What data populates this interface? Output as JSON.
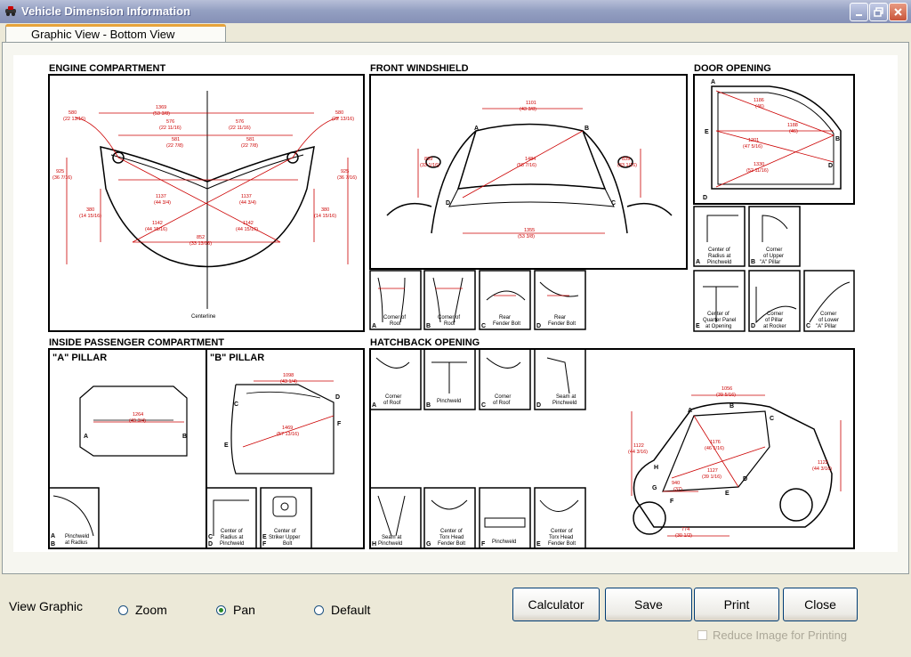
{
  "window": {
    "title": "Vehicle Dimension Information",
    "tab_label": "Graphic View - Bottom View"
  },
  "diagram": {
    "engine": {
      "title": "ENGINE COMPARTMENT",
      "centerline": "Centerline",
      "dims": [
        "1369",
        "(53 3/8)",
        "580",
        "(22 13/16)",
        "576",
        "(22 11/16)",
        "581",
        "(22 7/8)",
        "925",
        "(36 7/16)",
        "1137",
        "(44 3/4)",
        "380",
        "(14 15/16)",
        "1142",
        "(44 15/16)",
        "852",
        "(33 13/16)"
      ]
    },
    "windshield": {
      "title": "FRONT WINDSHIELD",
      "dims": [
        "1101",
        "(43 3/8)",
        "1484",
        "(58 7/16)",
        "839",
        "(33 1/16)",
        "1355",
        "(53 3/8)"
      ],
      "details": [
        {
          "l1": "Corner of",
          "l2": "Roof",
          "letter": "A"
        },
        {
          "l1": "Corner of",
          "l2": "Roof",
          "letter": "B"
        },
        {
          "l1": "Rear",
          "l2": "Fender Bolt",
          "letter": "C"
        },
        {
          "l1": "Rear",
          "l2": "Fender Bolt",
          "letter": "D"
        }
      ]
    },
    "door": {
      "title": "DOOR OPENING",
      "dims": [
        "1186",
        "(46)",
        "1188",
        "(46)",
        "1201",
        "(47 5/16)",
        "1330",
        "(52 11/16)"
      ],
      "details_top": [
        {
          "l1": "Center of",
          "l2": "Radius at",
          "l3": "Pinchweld",
          "letter": "A"
        },
        {
          "l1": "Corner",
          "l2": "of Upper",
          "l3": "\"A\" Pillar",
          "letter": "B"
        }
      ],
      "details_bottom": [
        {
          "l1": "Center of",
          "l2": "Quarter Panel",
          "l3": "at Opening",
          "letter": "E"
        },
        {
          "l1": "Corner",
          "l2": "of Pillar",
          "l3": "at Rocker",
          "letter": "D"
        },
        {
          "l1": "Corner",
          "l2": "of Lower",
          "l3": "\"A\" Pillar",
          "letter": "C"
        }
      ]
    },
    "passenger": {
      "title": "INSIDE PASSENGER COMPARTMENT",
      "a_pillar": "\"A\" PILLAR",
      "b_pillar": "\"B\" PILLAR",
      "a_dims": [
        "1264",
        "(49 3/4)"
      ],
      "b_dims": [
        "1098",
        "(43 1/4)",
        "1469",
        "(57 13/16)"
      ],
      "details": [
        {
          "l1": "Pinchweld",
          "l2": "at Radius",
          "letter": "A"
        },
        {
          "l1": "Center of",
          "l2": "Radius at",
          "l3": "Pinchweld",
          "letter": "C"
        },
        {
          "l1": "Center of",
          "l2": "Striker Upper",
          "l3": "Bolt",
          "letter": "E"
        }
      ]
    },
    "hatchback": {
      "title": "HATCHBACK OPENING",
      "dims": [
        "1056",
        "(39 5/16)",
        "1122",
        "(44 3/16)",
        "1176",
        "(46 1/16)",
        "1127",
        "(39 1/16)",
        "940",
        "(37)",
        "774",
        "(30 1/2)",
        "1122",
        "(44 3/16)"
      ],
      "details_top": [
        {
          "l1": "Corner",
          "l2": "of Roof",
          "letter": "A"
        },
        {
          "l1": "Pinchweld",
          "l2": "",
          "letter": "B"
        },
        {
          "l1": "Corner",
          "l2": "of Roof",
          "letter": "C"
        },
        {
          "l1": "Seam at",
          "l2": "Pinchweld",
          "letter": "D"
        }
      ],
      "details_bottom": [
        {
          "l1": "Seam at",
          "l2": "Pinchweld",
          "letter": "H"
        },
        {
          "l1": "Center of",
          "l2": "Torx Head",
          "l3": "Fender Bolt",
          "letter": "G"
        },
        {
          "l1": "Pinchweld",
          "l2": "",
          "letter": "F"
        },
        {
          "l1": "Center of",
          "l2": "Torx Head",
          "l3": "Fender Bolt",
          "letter": "E"
        }
      ]
    }
  },
  "controls": {
    "view_graphic_label": "View Graphic",
    "radio_zoom": "Zoom",
    "radio_pan": "Pan",
    "radio_default": "Default",
    "selected": "Pan",
    "calculator": "Calculator",
    "save": "Save",
    "print": "Print",
    "close": "Close",
    "reduce_image": "Reduce Image for Printing"
  },
  "colors": {
    "dimension_red": "#cc0000",
    "title_bar": "#94a0c2"
  }
}
